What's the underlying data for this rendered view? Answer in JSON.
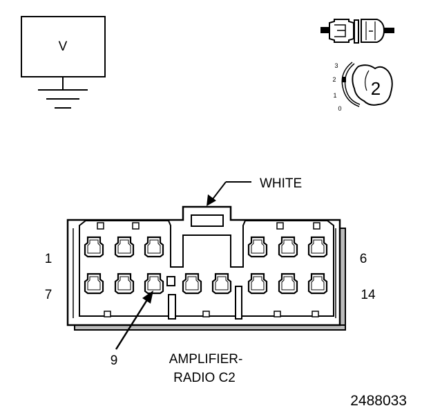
{
  "voltmeter": {
    "label": "V"
  },
  "selector": {
    "positions": [
      "3",
      "2",
      "1",
      "0"
    ],
    "selected": "2"
  },
  "connector": {
    "color_label": "WHITE",
    "row1_start_pin": "1",
    "row1_end_pin": "6",
    "row2_start_pin": "7",
    "row2_end_pin": "14",
    "callout_pin": "9",
    "name_line1": "AMPLIFIER-",
    "name_line2": "RADIO C2"
  },
  "figure_number": "2488033",
  "colors": {
    "ink": "#000000",
    "paper": "#ffffff",
    "shade": "#bbbbbb"
  }
}
